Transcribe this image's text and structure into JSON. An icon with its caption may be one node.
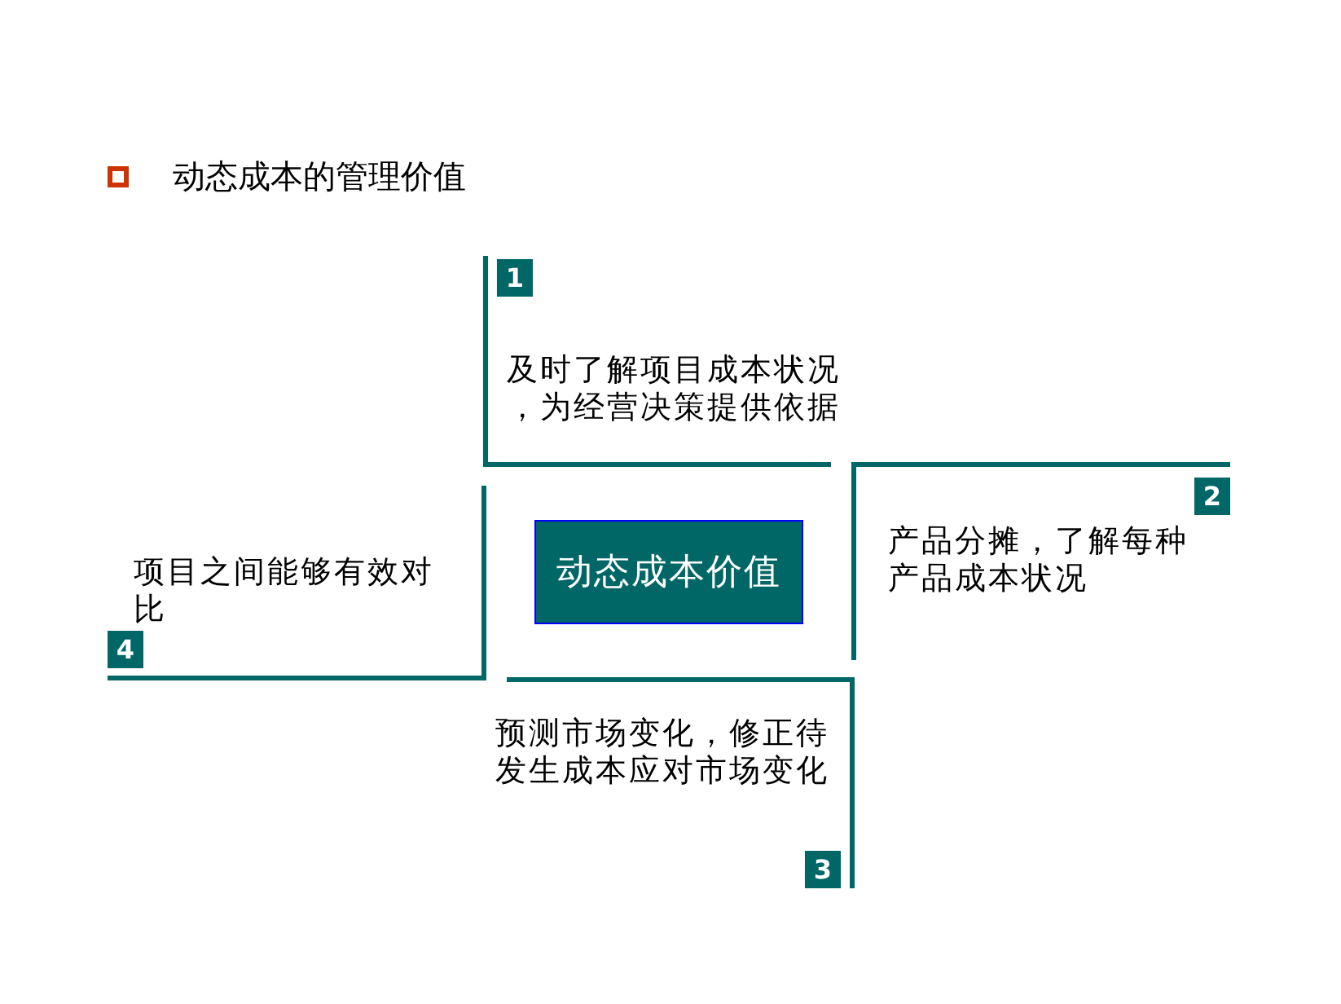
{
  "diagram": {
    "title": "动态成本的管理价值",
    "nodes": [
      {
        "text": [
          "动态成本价值"
        ]
      },
      {
        "text": [
          "1"
        ],
        "beside": [
          "及时了解项目成本状况，为经营决策提供依据"
        ]
      },
      {
        "text": [
          "2"
        ],
        "beside": [
          "产品分摊，了解每种产品成本状况"
        ]
      },
      {
        "text": [
          "3"
        ],
        "beside": [
          "预测市场变化，修正待发生成本应对市场变化"
        ]
      },
      {
        "text": [
          "4"
        ],
        "beside": [
          "项目之间能够有效对比"
        ]
      }
    ]
  }
}
